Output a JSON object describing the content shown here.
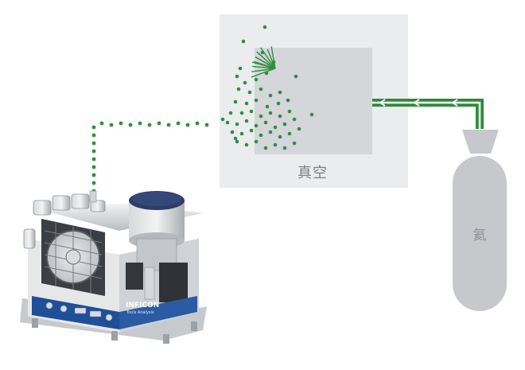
{
  "diagram": {
    "chamber_label": "真空",
    "cylinder_label": "氦",
    "instrument_brand": "INFICON",
    "instrument_subtitle": "Tools Analysis"
  },
  "colors": {
    "particle_green": "#2f8f3e",
    "flow_green": "#2e8b3a",
    "chamber_outer": "#ebecee",
    "chamber_inner": "#d4d6da",
    "cylinder": "#c6c8cc",
    "instrument_blue": "#1f4f97"
  }
}
